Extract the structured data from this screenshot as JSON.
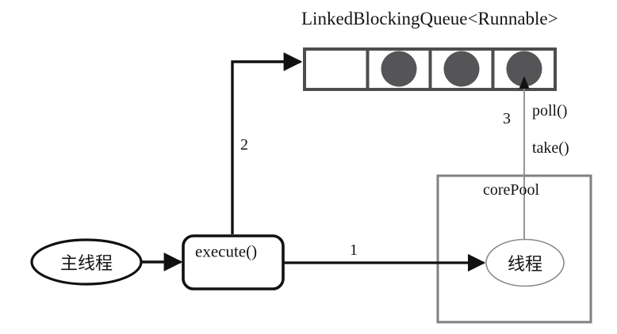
{
  "diagram": {
    "title": "LinkedBlockingQueue<Runnable>",
    "nodes": {
      "main_thread": "主线程",
      "execute": "execute()",
      "core_pool": "corePool",
      "worker_thread": "线程"
    },
    "edges": {
      "step1": "1",
      "step2": "2",
      "step3": "3"
    },
    "annotations": {
      "poll": "poll()",
      "take": "take()"
    },
    "queue": {
      "cells": [
        {
          "filled": false
        },
        {
          "filled": true
        },
        {
          "filled": true
        },
        {
          "filled": true
        }
      ]
    },
    "colors": {
      "ink": "#141414",
      "queue_border": "#4d4d4f",
      "task_fill": "#555558",
      "pool_border": "#808080",
      "thin_line": "#8a8a8a"
    }
  }
}
